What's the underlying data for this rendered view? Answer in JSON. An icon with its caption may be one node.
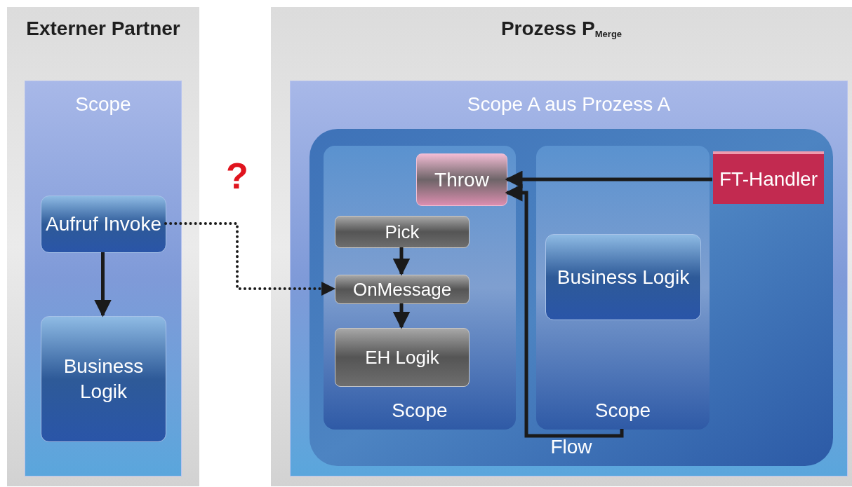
{
  "diagram": {
    "nodes": [
      {
        "text": [
          "Externer Partner"
        ]
      },
      {
        "text": [
          "Scope"
        ],
        "in": 0
      },
      {
        "text": [
          "Aufruf Invoke"
        ],
        "in": 1
      },
      {
        "text": [
          "Business Logik"
        ],
        "in": 1
      },
      {
        "text": [
          "Prozess P$_{Merge}$"
        ]
      },
      {
        "text": [
          "Scope A aus Prozess A"
        ],
        "in": 4
      },
      {
        "text": [
          "Flow"
        ],
        "in": 5
      },
      {
        "text": [
          "Scope"
        ],
        "in": 6
      },
      {
        "text": [
          "Throw"
        ],
        "in": 7
      },
      {
        "text": [
          "Pick"
        ],
        "in": 7
      },
      {
        "text": [
          "OnMessage"
        ],
        "in": 7
      },
      {
        "text": [
          "EH Logik"
        ],
        "in": 7
      },
      {
        "text": [
          "Scope"
        ],
        "in": 6
      },
      {
        "text": [
          "Business Logik"
        ],
        "in": 12
      },
      {
        "text": [
          "FT-Handler"
        ],
        "in": 6
      }
    ],
    "edges": [
      {
        "from": 2,
        "to": 3,
        "arrow": "to"
      },
      {
        "from": 2,
        "to": 10,
        "arrow": "to",
        "style": "dashed"
      },
      {
        "from": 9,
        "to": 10,
        "arrow": "to"
      },
      {
        "from": 10,
        "to": 11,
        "arrow": "to"
      },
      {
        "from": 14,
        "to": 8,
        "arrow": "to"
      },
      {
        "from": 12,
        "to": 8,
        "arrow": "to"
      }
    ],
    "labels": [
      "?"
    ]
  }
}
